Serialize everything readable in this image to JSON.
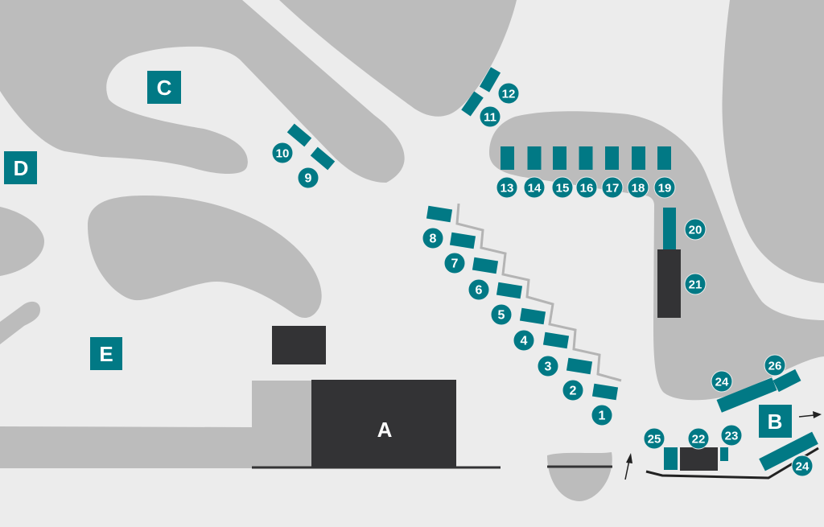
{
  "colors": {
    "background": "#ececec",
    "terrain": "#bcbcbc",
    "accent": "#017985",
    "building": "#333335",
    "line": "#222222",
    "stair_line": "#b4b4b4"
  },
  "zones": {
    "a": "A",
    "b": "B",
    "c": "C",
    "d": "D",
    "e": "E"
  },
  "stands": [
    "1",
    "2",
    "3",
    "4",
    "5",
    "6",
    "7",
    "8",
    "9",
    "10",
    "11",
    "12",
    "13",
    "14",
    "15",
    "16",
    "17",
    "18",
    "19",
    "20",
    "21",
    "22",
    "23",
    "24",
    "25",
    "26",
    "24"
  ]
}
